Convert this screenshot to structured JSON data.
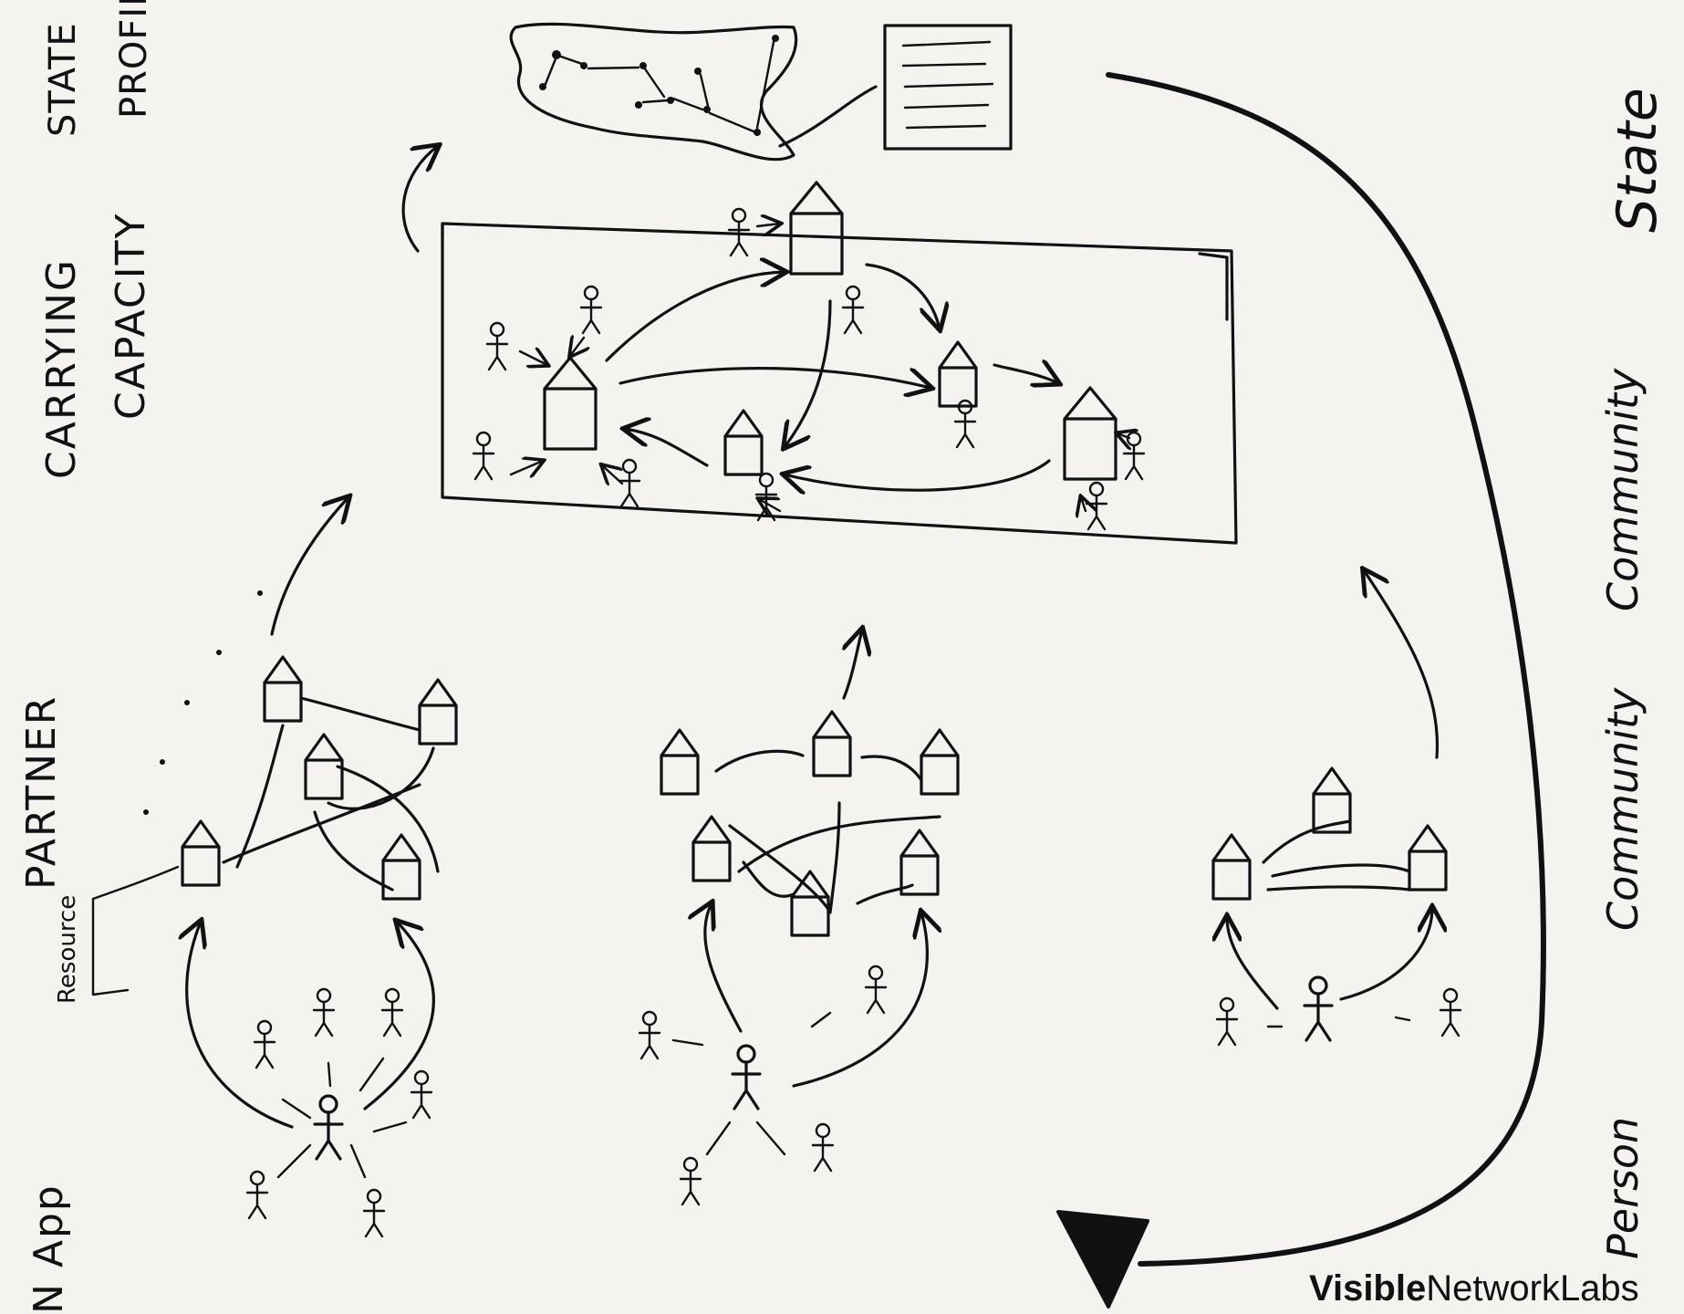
{
  "left_labels": {
    "app": "N App",
    "partner": "PARTNER",
    "resource": "Resource",
    "carrying": "CARRYING",
    "capacity": "CAPACITY",
    "state": "STATE",
    "profiles": "PROFILES"
  },
  "right_labels": {
    "person": "Person",
    "community1": "Community",
    "community2": "Community",
    "state": "State"
  },
  "brand": {
    "part1": "Visible",
    "part2": "Network",
    "part3": "Labs"
  }
}
